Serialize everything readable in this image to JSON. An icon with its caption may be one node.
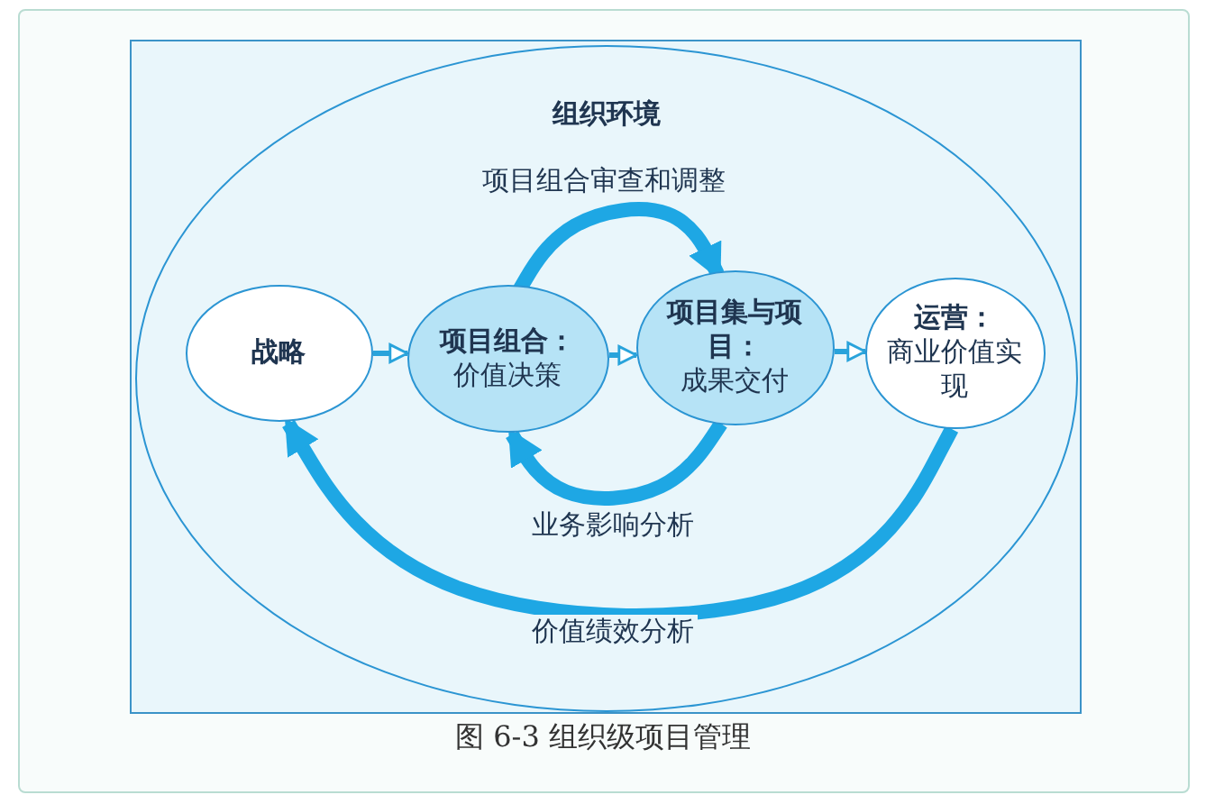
{
  "diagram": {
    "caption": "图 6-3 组织级项目管理",
    "nodes": [
      {
        "text": [
          "组织环境"
        ]
      },
      {
        "text": [
          "战略"
        ],
        "in": 0
      },
      {
        "text": [
          "项目组合：",
          "价值决策"
        ],
        "in": 0
      },
      {
        "text": [
          "项目集与项目：",
          "成果交付"
        ],
        "in": 0
      },
      {
        "text": [
          "运营：",
          "商业价值实现"
        ],
        "in": 0
      }
    ],
    "edges": [
      {
        "from": 1,
        "to": 2,
        "arrow": "to"
      },
      {
        "from": 2,
        "to": 3,
        "arrow": "to"
      },
      {
        "from": 3,
        "to": 4,
        "arrow": "to"
      },
      {
        "from": 2,
        "to": 3,
        "arrow": "to",
        "label": "项目组合审查和调整",
        "style": "thick"
      },
      {
        "from": 3,
        "to": 2,
        "arrow": "to",
        "label": "业务影响分析",
        "style": "thick"
      },
      {
        "from": 4,
        "to": 1,
        "arrow": "to",
        "label": "价值绩效分析",
        "style": "thick"
      }
    ]
  }
}
